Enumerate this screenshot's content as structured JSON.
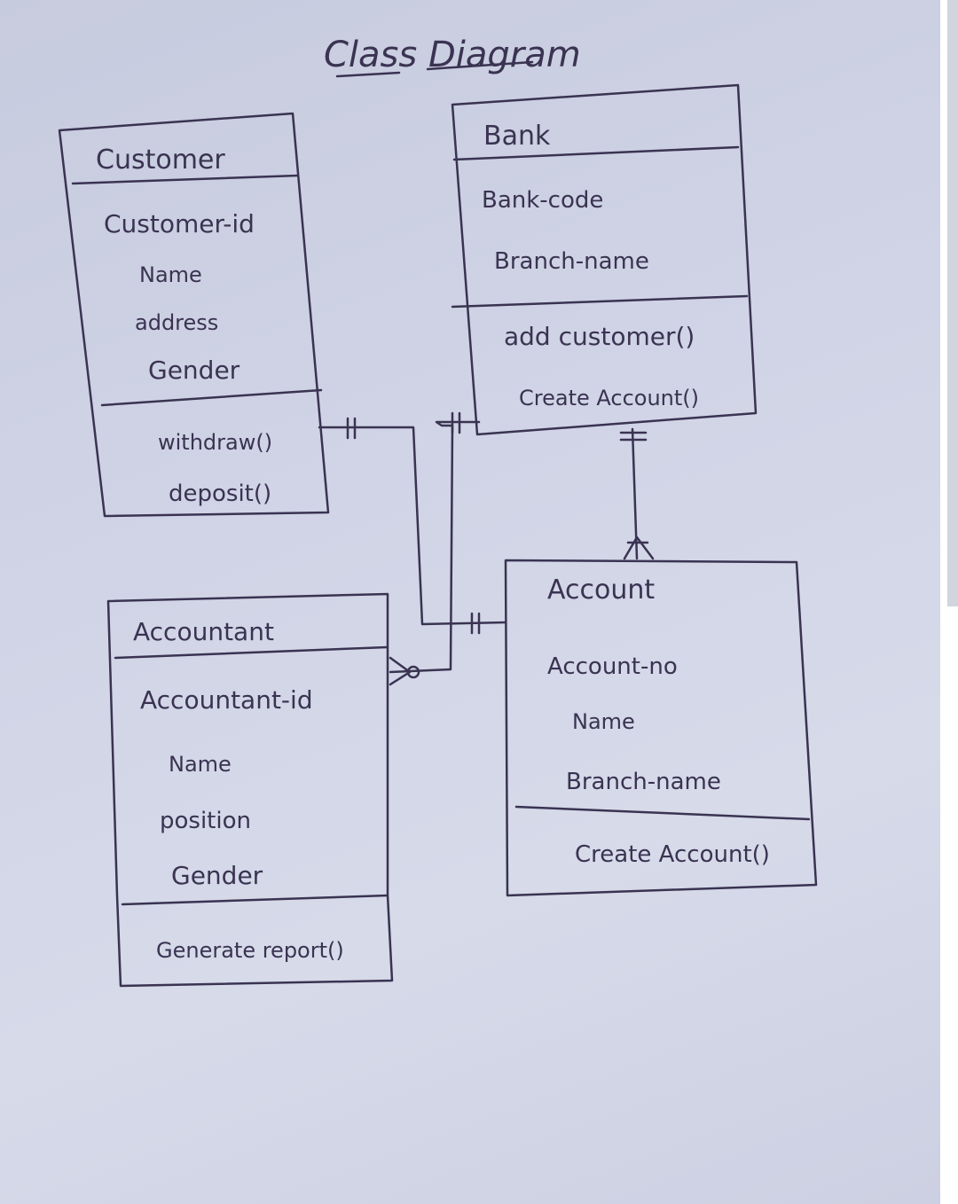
{
  "title": "Class Diagram",
  "classes": {
    "customer": {
      "name": "Customer",
      "attributes": [
        "Customer-id",
        "Name",
        "address",
        "Gender"
      ],
      "methods": [
        "withdraw()",
        "deposit()"
      ]
    },
    "bank": {
      "name": "Bank",
      "attributes": [
        "Bank-code",
        "Branch-name"
      ],
      "methods": [
        "add customer()",
        "Create Account()"
      ]
    },
    "accountant": {
      "name": "Accountant",
      "attributes": [
        "Accountant-id",
        "Name",
        "position",
        "Gender"
      ],
      "methods": [
        "Generate report()"
      ]
    },
    "account": {
      "name": "Account",
      "attributes": [
        "Account-no",
        "Name",
        "Branch-name"
      ],
      "methods": [
        "Create Account()"
      ]
    }
  },
  "colors": {
    "paper": "#d0d4e6",
    "ink": "#3a3352"
  }
}
